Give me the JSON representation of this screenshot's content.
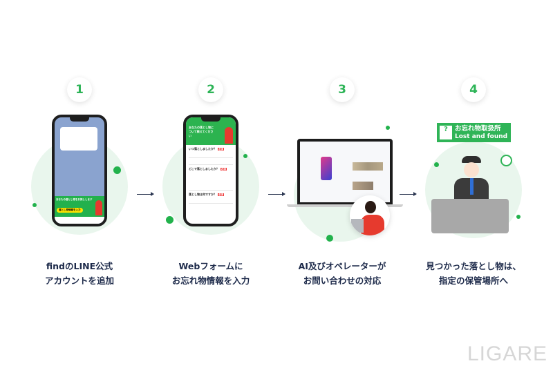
{
  "steps": [
    {
      "number": "1",
      "caption_line1": "findのLINE公式",
      "caption_line2": "アカウントを追加"
    },
    {
      "number": "2",
      "caption_line1": "Webフォームに",
      "caption_line2": "お忘れ物情報を入力"
    },
    {
      "number": "3",
      "caption_line1": "AI及びオペレーターが",
      "caption_line2": "お問い合わせの対応"
    },
    {
      "number": "4",
      "caption_line1": "見つかった落とし物は、",
      "caption_line2": "指定の保管場所へ"
    }
  ],
  "phone1": {
    "banner": "あなたの落とし物をお探しします",
    "button": "落とし物情報を入力"
  },
  "phone2": {
    "header": "あなたの落とし物について教えてください",
    "q1": "いつ落としましたか？",
    "q2": "どこで落としましたか？",
    "q3": "落とし物は何ですか？",
    "required": "必須"
  },
  "sign": {
    "title_ja": "お忘れ物取扱所",
    "title_en": "Lost and found"
  },
  "watermark": "LIGARE",
  "colors": {
    "accent": "#2db457",
    "text": "#1d2a4a"
  }
}
